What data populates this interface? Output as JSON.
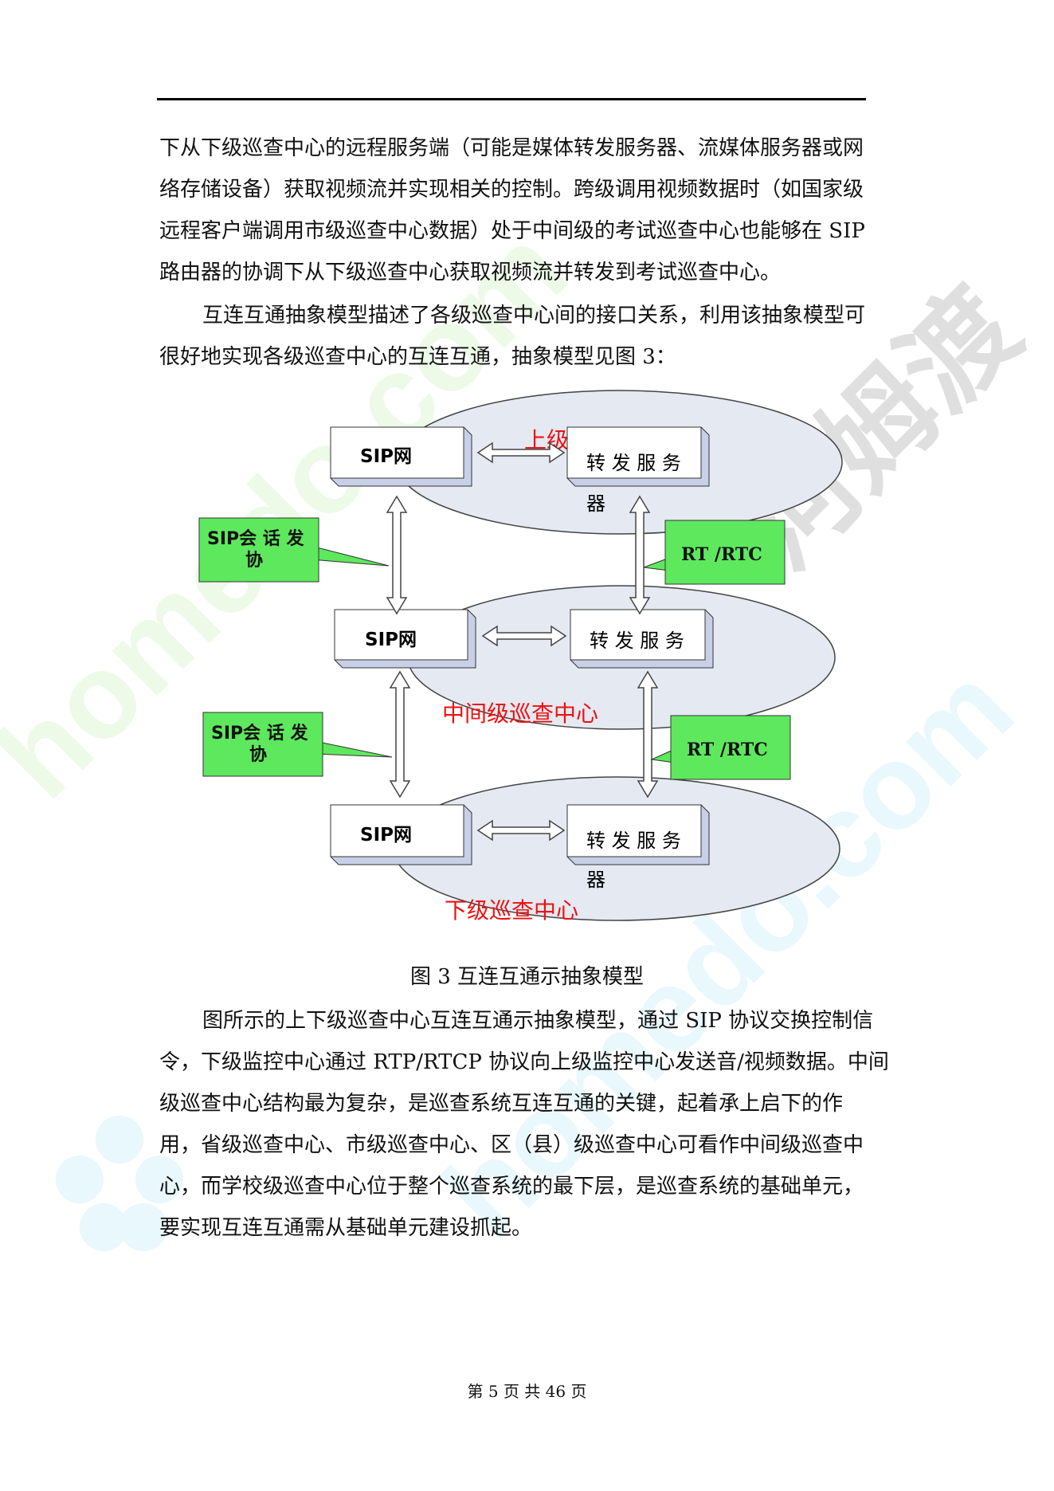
{
  "paragraphs": {
    "p1": [
      "下从下级巡查中心的远程服务端（可能是媒体转发服务器、流媒体服务器或网",
      "络存储设备）获取视频流并实现相关的控制。跨级调用视频数据时（如国家级",
      "远程客户端调用市级巡查中心数据）处于中间级的考试巡查中心也能够在 SIP",
      "路由器的协调下从下级巡查中心获取视频流并转发到考试巡查中心。"
    ],
    "p2": [
      "互连互通抽象模型描述了各级巡查中心间的接口关系，利用该抽象模型可",
      "很好地实现各级巡查中心的互连互通，抽象模型见图 3："
    ],
    "p3": [
      "图所示的上下级巡查中心互连互通示抽象模型，通过 SIP 协议交换控制信",
      "令，下级监控中心通过 RTP/RTCP 协议向上级监控中心发送音/视频数据。中间",
      "级巡查中心结构最为复杂，是巡查系统互连互通的关键，起着承上启下的作",
      "用，省级巡查中心、市级巡查中心、区（县）级巡查中心可看作中间级巡查中",
      "心，而学校级巡查中心位于整个巡查系统的最下层，是巡查系统的基础单元，",
      "要实现互连互通需从基础单元建设抓起。"
    ]
  },
  "diagram": {
    "levels": {
      "upper": "上级巡查中心",
      "middle": "中间级巡查中心",
      "lower": "下级巡查中心"
    },
    "sip_box": "SIP网",
    "forward_box_line1": "转 发 服 务",
    "forward_box_line2": "器",
    "callout_sip_line1": "SIP会  话  发",
    "callout_sip_line2": "协",
    "callout_rtp": "RT /RTC",
    "colors": {
      "ellipse_fill": "#e4e9f2",
      "box_side": "#c8d0e8",
      "callout": "#5ee85e",
      "level_label": "#ee1111"
    }
  },
  "caption": "图 3 互连互通示抽象模型",
  "footer": "第 5 页 共 46 页",
  "watermark": {
    "text": "homedo.com",
    "cn": "河姆渡"
  }
}
